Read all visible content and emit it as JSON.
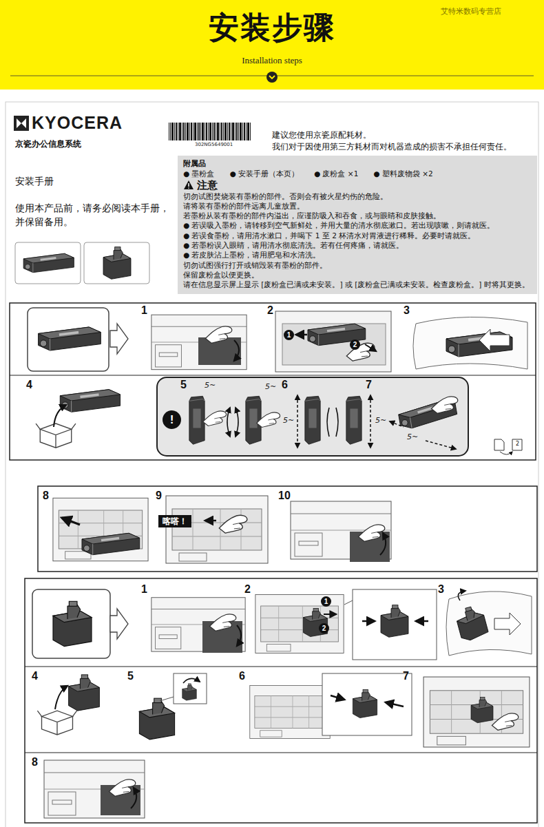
{
  "diagram": {
    "title": "安装步骤",
    "nodes": [
      {
        "text": [
          "附属品",
          "● 墨粉盒",
          "● 安装手册（本页）",
          "● 废粉盒 ×1",
          "● 塑料废物袋 ×2",
          "注意",
          "切勿试图焚烧装有墨粉的部件。否则会有被火星灼伤的危险。",
          "请将装有墨粉的部件远离儿童放置。",
          "若墨粉从装有墨粉的部件内溢出，应谨防吸入和吞食，或与眼睛和皮肤接触。",
          "● 若误吸入墨粉，请转移到空气新鲜处，并用大量的清水彻底漱口。若出现咳嗽，则请就医。",
          "● 若误食墨粉，请用清水漱口，并喝下 1 至 2 杯清水对胃液进行稀释。必要时请就医。",
          "● 若墨粉误入眼睛，请用清水彻底清洗。若有任何疼痛，请就医。",
          "● 若皮肤沾上墨粉，请用肥皂和水清洗。",
          "切勿试图强行打开或销毁装有墨粉的部件。",
          "保留废粉盒以便更换。",
          "请在信息显示屏上显示 [废粉盒已满或未安装。] 或 [废粉盒已满或未安装。检查废粉盒。] 时将其更换。"
        ]
      },
      {
        "text": [
          "!"
        ]
      },
      {
        "text": [
          "喀嗒！"
        ]
      }
    ],
    "labels": [
      "Installation steps",
      "艾特米数码专营店",
      "KYOCERA",
      "京瓷办公信息系统",
      "302NG5649001",
      "建议您使用京瓷原配耗材。",
      "我们对于因使用第三方耗材而对机器造成的损害不承担任何责任。",
      "安装手册",
      "使用本产品前，请务必阅读本手册，并保留备用。",
      "1",
      "2",
      "3",
      "1",
      "2",
      "4",
      "5",
      "5~",
      "5~",
      "6",
      "5~",
      "7",
      "5~",
      "5~",
      "2",
      "8",
      "9",
      "10",
      "1",
      "2",
      "1",
      "2",
      "3",
      "4",
      "5",
      "6",
      "7",
      "8"
    ]
  }
}
